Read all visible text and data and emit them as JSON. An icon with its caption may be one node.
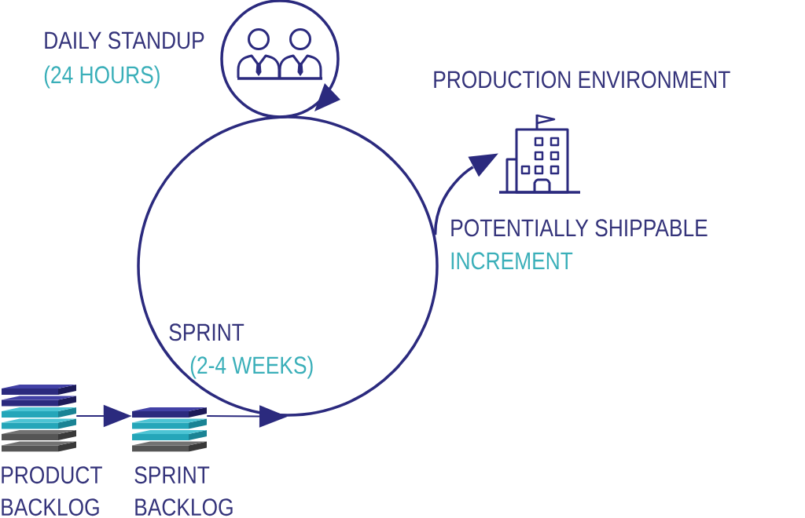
{
  "diagram": {
    "nodes": [
      {
        "text": [
          "PRODUCT BACKLOG"
        ]
      },
      {
        "text": [
          "SPRINT BACKLOG"
        ]
      },
      {
        "text": [
          "SPRINT",
          "(2-4 WEEKS)"
        ]
      },
      {
        "text": [
          "DAILY STANDUP",
          "(24 HOURS)"
        ]
      },
      {
        "text": [
          "PRODUCTION ENVIRONMENT"
        ]
      }
    ],
    "edges": [
      {
        "from": 0,
        "to": 1,
        "arrow": "to"
      },
      {
        "from": 1,
        "to": 2,
        "arrow": "to"
      },
      {
        "from": 2,
        "to": 4,
        "arrow": "to",
        "style": "thick"
      }
    ],
    "labels": [
      "POTENTIALLY SHIPPABLE",
      "INCREMENT"
    ]
  }
}
